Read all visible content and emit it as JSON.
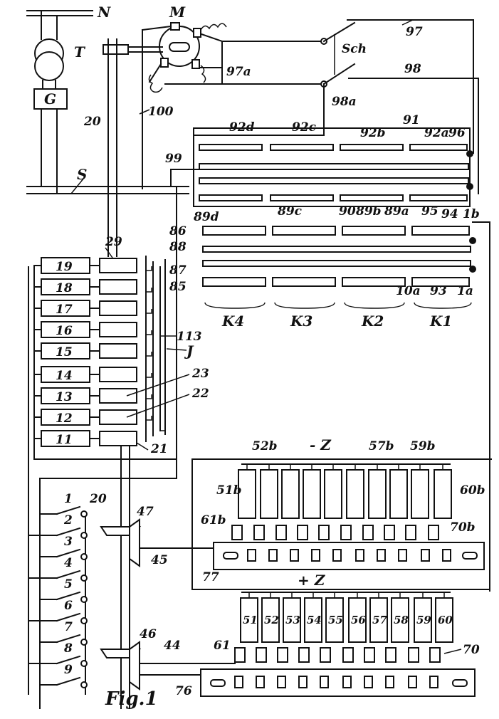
{
  "labels": {
    "N": "N",
    "M": "M",
    "T": "T",
    "G": "G",
    "S": "S",
    "Sch": "Sch",
    "l97": "97",
    "l97a": "97a",
    "l98": "98",
    "l98a": "98a",
    "l20a": "20",
    "l20b": "20",
    "l100": "100",
    "l99": "99",
    "l92d": "92d",
    "l92c": "92c",
    "l92b": "92b",
    "l91": "91",
    "l92a": "92a",
    "l96": "96",
    "l89d": "89d",
    "l89c": "89c",
    "l90": "90",
    "l89b": "89b",
    "l89a": "89a",
    "l95": "95",
    "l94": "94",
    "l1b": "1b",
    "l86": "86",
    "l88": "88",
    "l87": "87",
    "l85": "85",
    "l10a": "10a",
    "l93": "93",
    "l1a": "1a",
    "l29": "29",
    "l113": "113",
    "lJ": "J",
    "l23": "23",
    "l22": "22",
    "l21": "21",
    "K4": "K4",
    "K3": "K3",
    "K2": "K2",
    "K1": "K1",
    "minusZ": "- Z",
    "plusZ": "+ Z",
    "l52b": "52b",
    "l57b": "57b",
    "l59b": "59b",
    "l51b": "51b",
    "l60b": "60b",
    "l61b": "61b",
    "l70b": "70b",
    "l47": "47",
    "l45": "45",
    "l77": "77",
    "l46": "46",
    "l44": "44",
    "l61": "61",
    "l70": "70",
    "l76": "76",
    "fig": "Fig.1"
  },
  "relays": [
    "19",
    "18",
    "17",
    "16",
    "15",
    "14",
    "13",
    "12",
    "11"
  ],
  "switches": [
    "1",
    "2",
    "3",
    "4",
    "5",
    "6",
    "7",
    "8",
    "9"
  ],
  "lower_coils": [
    "51",
    "52",
    "53",
    "54",
    "55",
    "56",
    "57",
    "58",
    "59",
    "60"
  ]
}
